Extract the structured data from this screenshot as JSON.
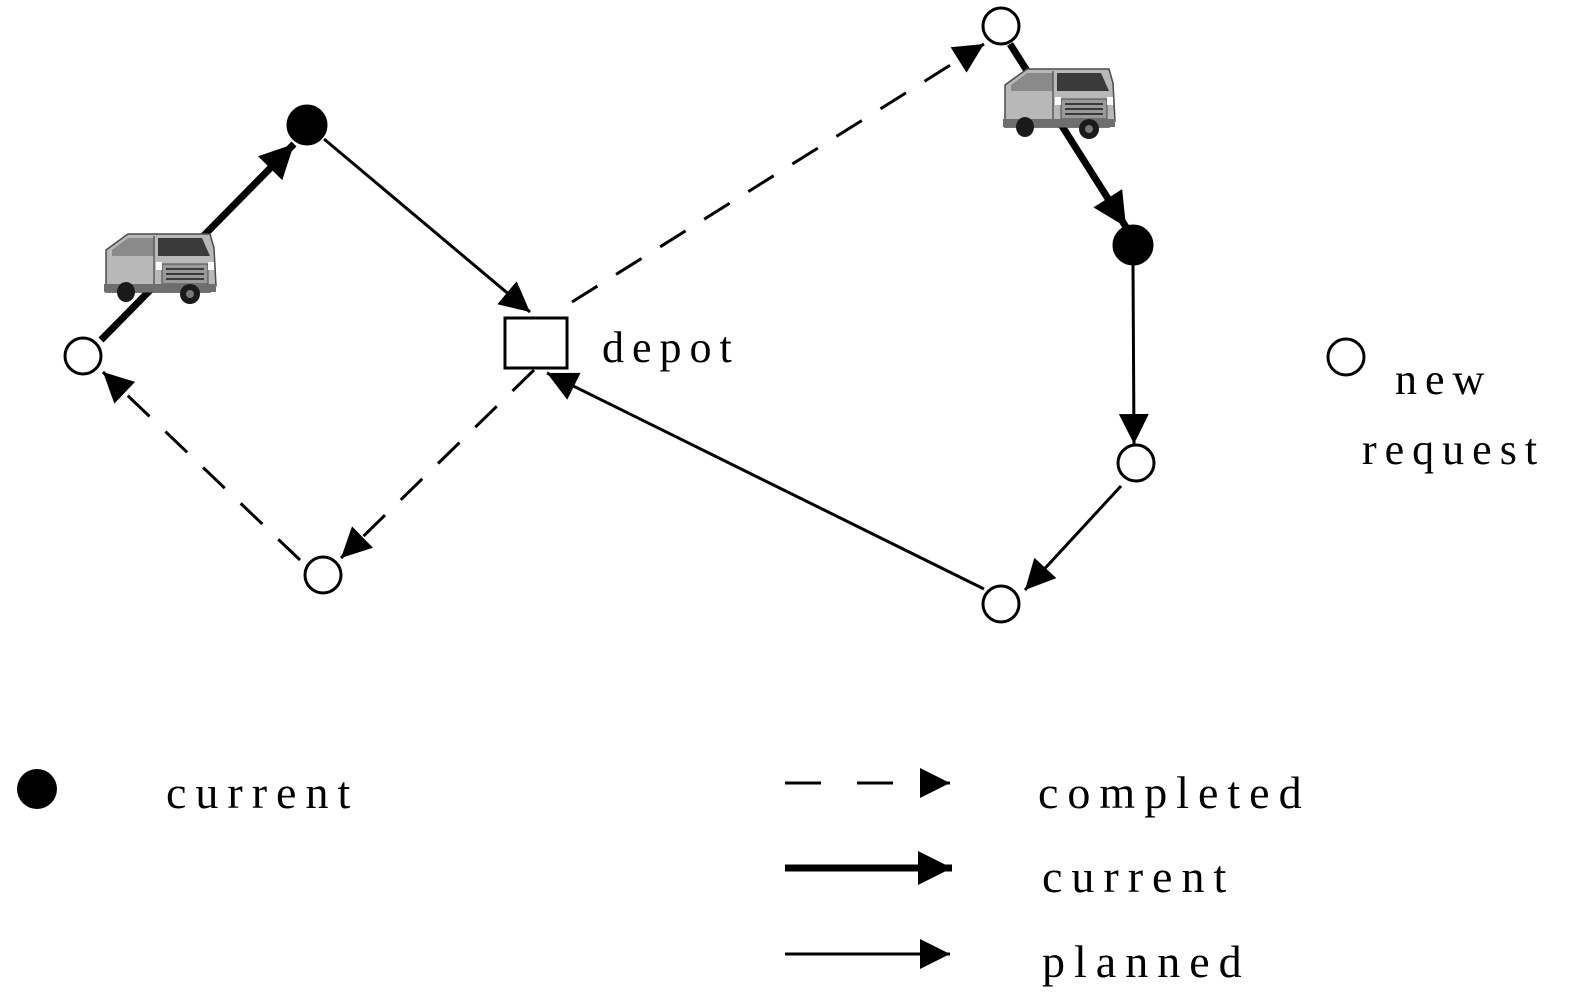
{
  "labels": {
    "depot": "depot",
    "new_request_line1": "new",
    "new_request_line2": "request"
  },
  "legend": {
    "node_current": "current",
    "completed": "completed",
    "current": "current",
    "planned": "planned"
  },
  "colors": {
    "ink": "#000000",
    "background": "#ffffff",
    "van_body": "#b8b8b8",
    "van_shade": "#7a7a7a"
  },
  "icons": [
    "van-icon",
    "depot-icon",
    "node-current-icon",
    "node-new-request-icon"
  ]
}
